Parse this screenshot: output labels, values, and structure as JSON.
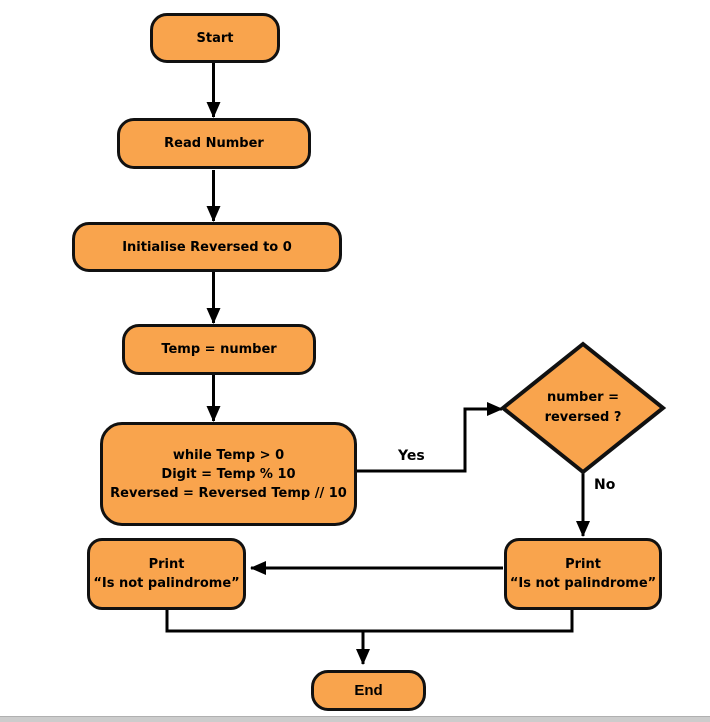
{
  "colors": {
    "node_fill": "#F9A44D",
    "node_border": "#111111",
    "connector": "#000000",
    "bottom_bar": "#cccccc"
  },
  "nodes": {
    "start": {
      "label": "Start"
    },
    "read_number": {
      "label": "Read Number"
    },
    "initialise": {
      "label": "Initialise Reversed to 0"
    },
    "temp_assign": {
      "label": "Temp = number"
    },
    "while_loop": {
      "line1": "while Temp > 0",
      "line2": "Digit = Temp % 10",
      "line3": "Reversed = Reversed Temp // 10"
    },
    "decision": {
      "line1": "number =",
      "line2": "reversed ?"
    },
    "print_left": {
      "line1": "Print",
      "line2": "“Is not palindrome”"
    },
    "print_right": {
      "line1": "Print",
      "line2": "“Is not palindrome”"
    },
    "end": {
      "label": "End"
    }
  },
  "edges": {
    "yes_label": "Yes",
    "no_label": "No"
  }
}
